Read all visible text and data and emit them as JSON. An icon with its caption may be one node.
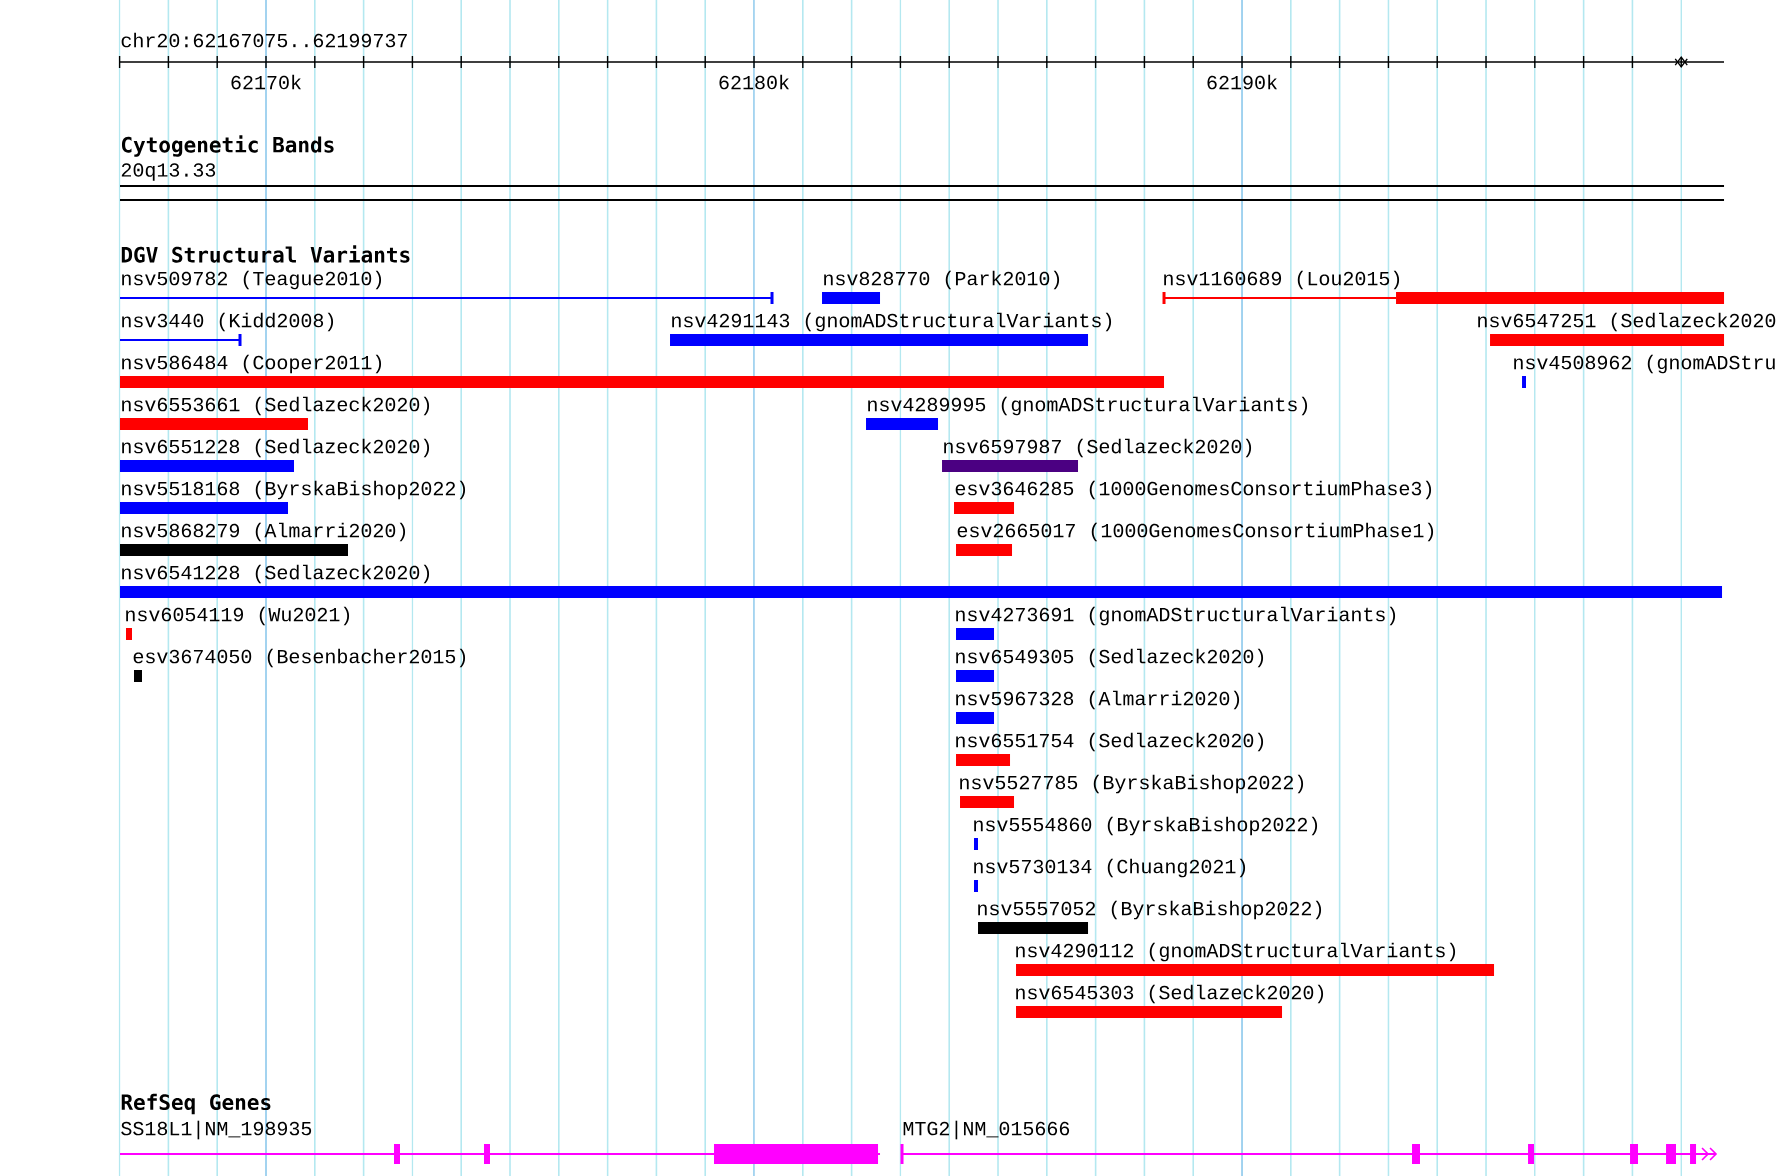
{
  "diagram": {
    "nodes": [
      {
        "text": [
          "nsv509782 (Teague2010)"
        ]
      },
      {
        "text": [
          "nsv828770 (Park2010)"
        ]
      },
      {
        "text": [
          "nsv1160689 (Lou2015)"
        ]
      },
      {
        "text": [
          "nsv3440 (Kidd2008)"
        ]
      },
      {
        "text": [
          "nsv4291143 (gnomADStructuralVariants)"
        ]
      },
      {
        "text": [
          "nsv6547251 (Sedlazeck2020"
        ]
      },
      {
        "text": [
          "nsv586484 (Cooper2011)"
        ]
      },
      {
        "text": [
          "nsv4508962 (gnomADStru"
        ]
      },
      {
        "text": [
          "nsv6553661 (Sedlazeck2020)"
        ]
      },
      {
        "text": [
          "nsv4289995 (gnomADStructuralVariants)"
        ]
      },
      {
        "text": [
          "nsv6551228 (Sedlazeck2020)"
        ]
      },
      {
        "text": [
          "nsv6597987 (Sedlazeck2020)"
        ]
      },
      {
        "text": [
          "nsv5518168 (ByrskaBishop2022)"
        ]
      },
      {
        "text": [
          "esv3646285 (1000GenomesConsortiumPhase3)"
        ]
      },
      {
        "text": [
          "nsv5868279 (Almarri2020)"
        ]
      },
      {
        "text": [
          "esv2665017 (1000GenomesConsortiumPhase1)"
        ]
      },
      {
        "text": [
          "nsv6541228 (Sedlazeck2020)"
        ]
      },
      {
        "text": [
          "nsv6054119 (Wu2021)"
        ]
      },
      {
        "text": [
          "nsv4273691 (gnomADStructuralVariants)"
        ]
      },
      {
        "text": [
          "esv3674050 (Besenbacher2015)"
        ]
      },
      {
        "text": [
          "nsv6549305 (Sedlazeck2020)"
        ]
      },
      {
        "text": [
          "nsv5967328 (Almarri2020)"
        ]
      },
      {
        "text": [
          "nsv6551754 (Sedlazeck2020)"
        ]
      },
      {
        "text": [
          "nsv5527785 (ByrskaBishop2022)"
        ]
      },
      {
        "text": [
          "nsv5554860 (ByrskaBishop2022)"
        ]
      },
      {
        "text": [
          "nsv5730134 (Chuang2021)"
        ]
      },
      {
        "text": [
          "nsv5557052 (ByrskaBishop2022)"
        ]
      },
      {
        "text": [
          "nsv4290112 (gnomADStructuralVariants)"
        ]
      },
      {
        "text": [
          "nsv6545303 (Sedlazeck2020)"
        ]
      },
      {
        "text": [
          "SS18L1|NM_198935"
        ]
      },
      {
        "text": [
          "MTG2|NM_015666"
        ]
      }
    ],
    "labels": [
      "chr20:62167075..62199737",
      "62170k",
      "62180k",
      "62190k",
      "Cytogenetic Bands",
      "20q13.33",
      "DGV Structural Variants",
      "RefSeq Genes"
    ]
  }
}
